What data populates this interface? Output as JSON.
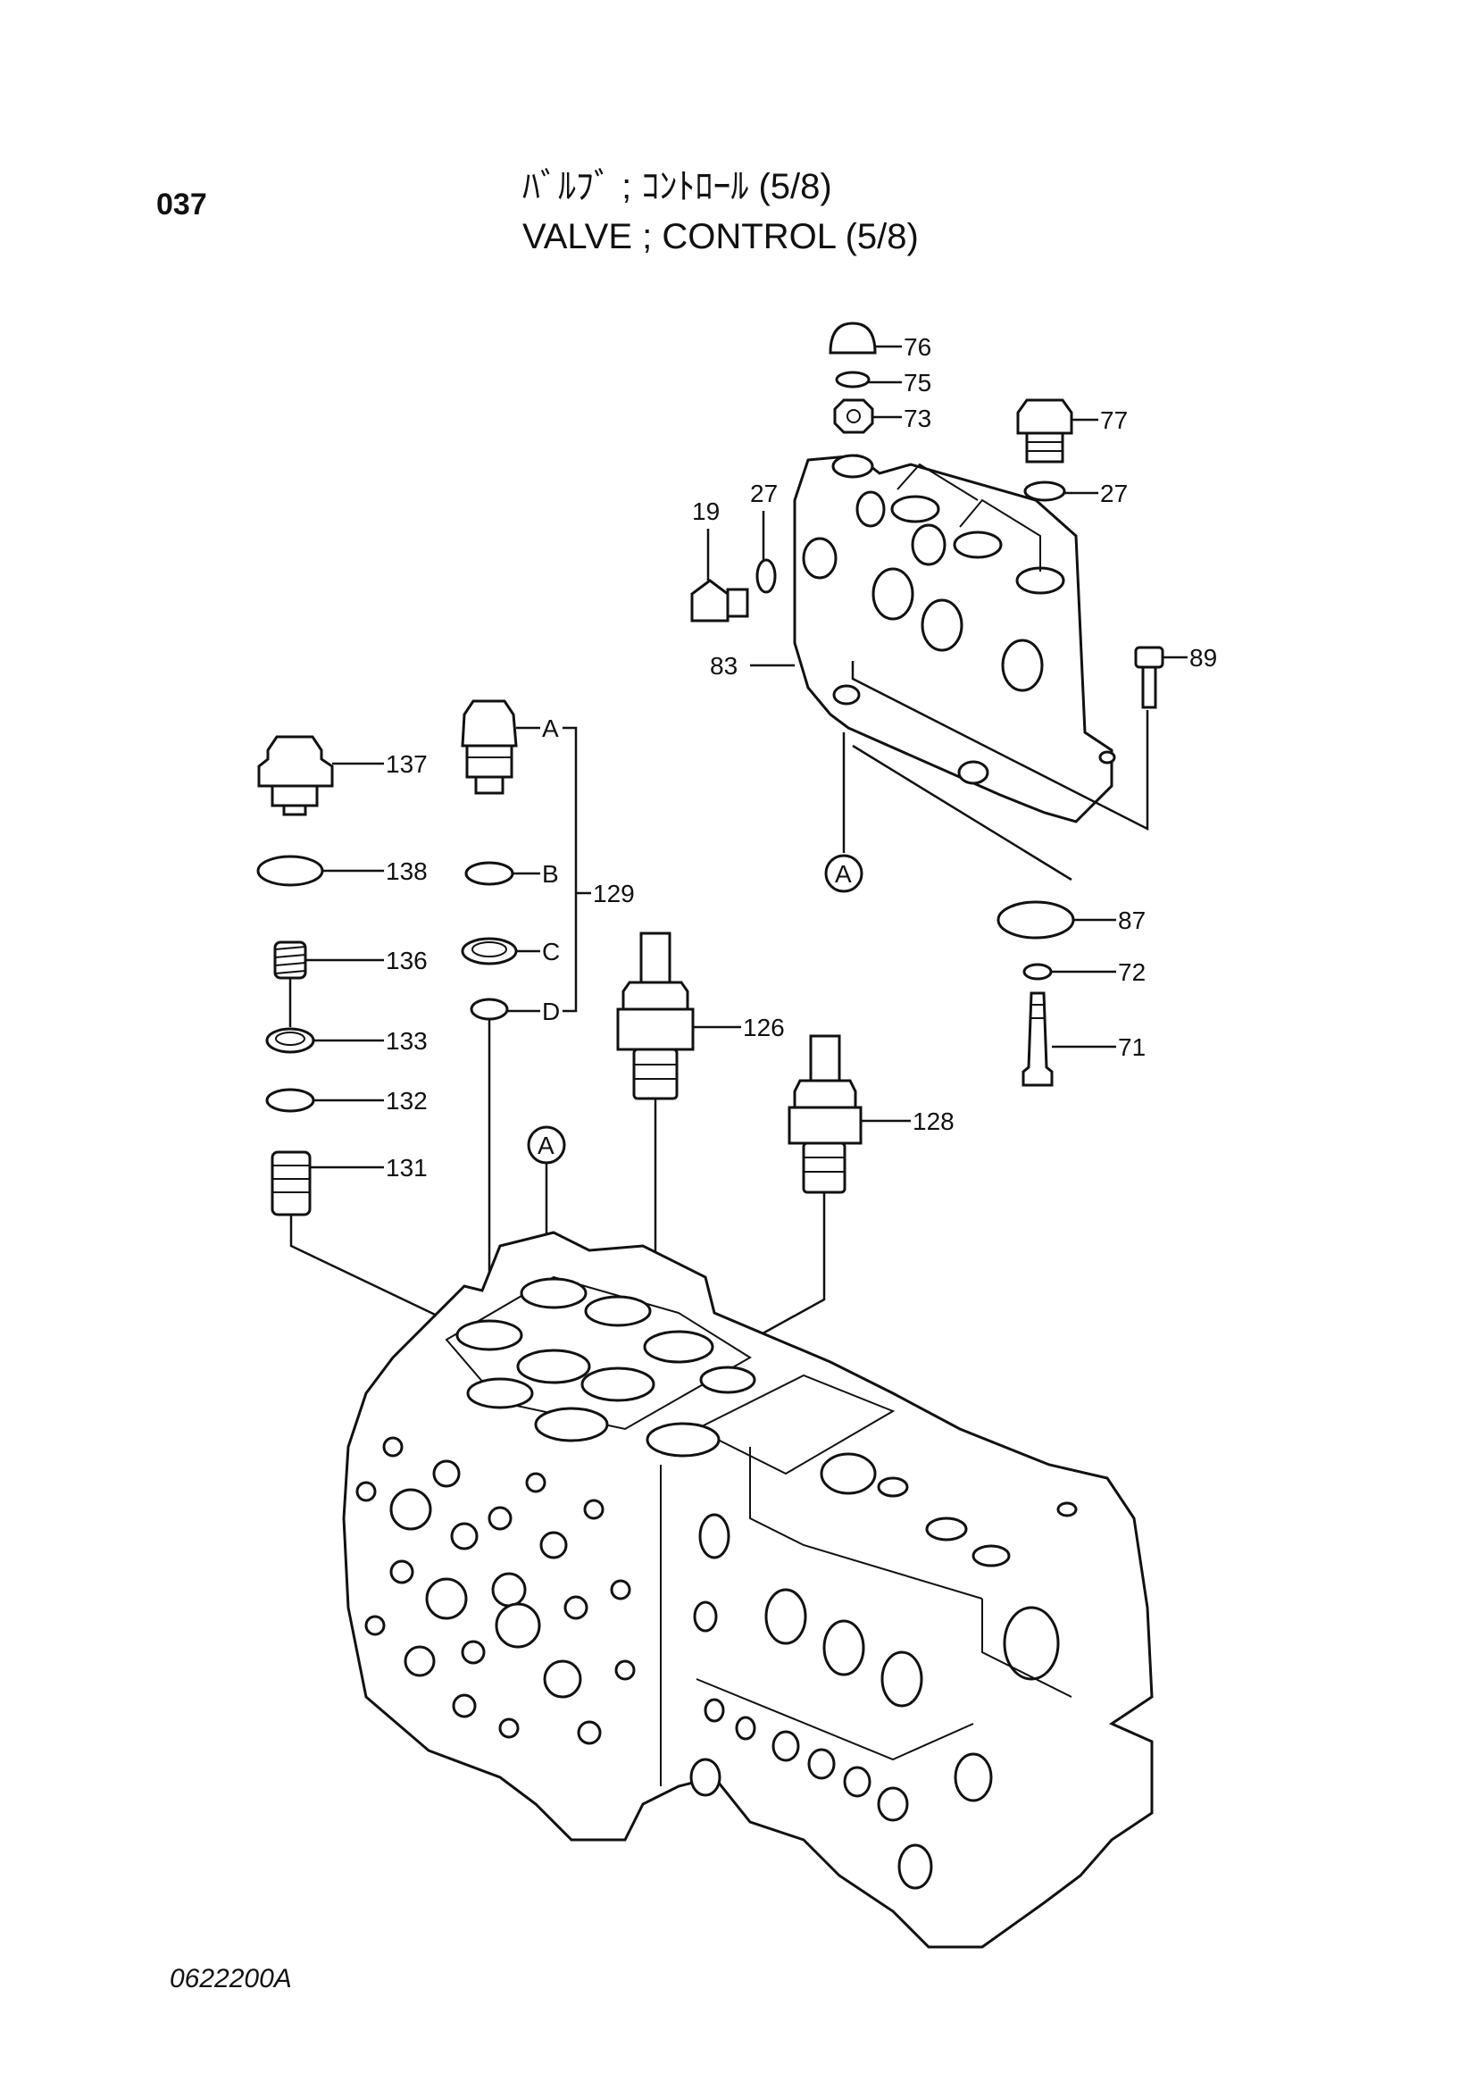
{
  "header": {
    "page_number": "037",
    "title_jp": "ﾊﾞﾙﾌﾞ ; ｺﾝﾄﾛｰﾙ (5/8)",
    "title_en": "VALVE ; CONTROL (5/8)"
  },
  "footer": {
    "drawing_code": "0622200A"
  },
  "callouts": {
    "c76": "76",
    "c75": "75",
    "c73": "73",
    "c77": "77",
    "c27a": "27",
    "c27b": "27",
    "c19": "19",
    "c83": "83",
    "c89": "89",
    "cA_top": "A",
    "c87": "87",
    "c72": "72",
    "c71": "71",
    "c137": "137",
    "c138": "138",
    "c136": "136",
    "c133": "133",
    "c132": "132",
    "c131": "131",
    "cA": "A",
    "cB": "B",
    "cC": "C",
    "cD": "D",
    "c129": "129",
    "c126": "126",
    "c128": "128",
    "cA_mid": "A"
  }
}
